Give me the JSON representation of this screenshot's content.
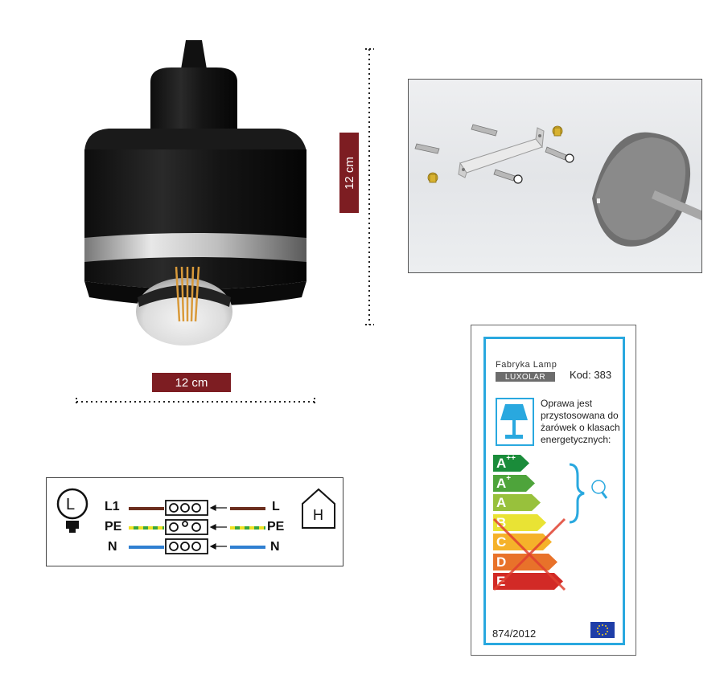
{
  "dimensions": {
    "width_label": "12 cm",
    "height_label": "12 cm"
  },
  "wiring": {
    "lamp_symbol": "L",
    "house_symbol": "H",
    "rows": [
      {
        "left": "L1",
        "right": "L"
      },
      {
        "left": "PE",
        "right": "PE"
      },
      {
        "left": "N",
        "right": "N"
      }
    ],
    "colors": {
      "live": "#6b2e1e",
      "earth_green": "#3aa63a",
      "earth_yellow": "#f0e020",
      "neutral": "#2f7fd1"
    }
  },
  "energy_label": {
    "manufacturer": "Fabryka Lamp",
    "brand": "LUXOLAR",
    "code": "Kod: 383",
    "suitability_text": "Oprawa jest przystosowana do żarówek o klasach energetycznych:",
    "regulation": "874/2012",
    "grades": [
      {
        "base": "A",
        "sup": "++",
        "color": "#1a8c3a",
        "allowed": true
      },
      {
        "base": "A",
        "sup": "+",
        "color": "#4ea43b",
        "allowed": true
      },
      {
        "base": "A",
        "sup": "",
        "color": "#98c13c",
        "allowed": true
      },
      {
        "base": "B",
        "sup": "",
        "color": "#e9e334",
        "allowed": false
      },
      {
        "base": "C",
        "sup": "",
        "color": "#f5b22a",
        "allowed": false
      },
      {
        "base": "D",
        "sup": "",
        "color": "#e8722a",
        "allowed": false
      },
      {
        "base": "E",
        "sup": "",
        "color": "#d22a26",
        "allowed": false
      }
    ],
    "accent": "#29a8df",
    "cross_color": "#e04030"
  }
}
